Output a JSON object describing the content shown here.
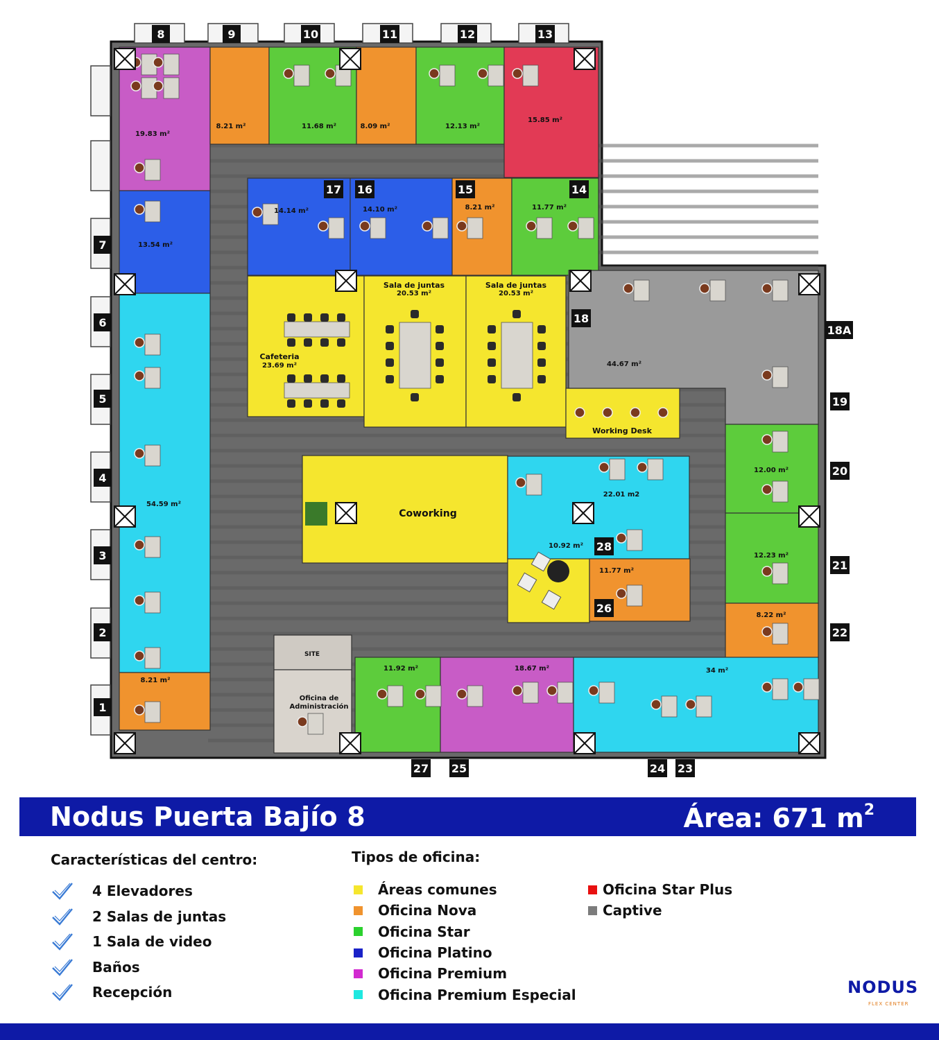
{
  "colors": {
    "comunes": "#f5e62e",
    "nova": "#f0932e",
    "star": "#5dcc3c",
    "platino": "#2c5ee8",
    "premium": "#c85cc6",
    "premium_especial": "#2fd6ef",
    "star_plus": "#e23a55",
    "captive": "#9a9a9a",
    "brand_blue": "#0e1aa6"
  },
  "title": "Nodus Puerta Bajío 8",
  "area": {
    "label": "Área: 671 m",
    "sup": "2"
  },
  "features": {
    "heading": "Características del centro:",
    "items": [
      "4 Elevadores",
      "2 Salas de juntas",
      "1 Sala de video",
      "Baños",
      "Recepción"
    ]
  },
  "office_types": {
    "heading": "Tipos de oficina:",
    "left": [
      {
        "label": "Áreas comunes",
        "color": "#f5e62e"
      },
      {
        "label": "Oficina Nova",
        "color": "#f0932e"
      },
      {
        "label": "Oficina Star",
        "color": "#2bd12e"
      },
      {
        "label": "Oficina Platino",
        "color": "#1a22c8"
      },
      {
        "label": "Oficina Premium",
        "color": "#d22ad0"
      },
      {
        "label": "Oficina Premium Especial",
        "color": "#1fe8e0"
      }
    ],
    "right": [
      {
        "label": "Oficina Star Plus",
        "color": "#e81010"
      },
      {
        "label": "Captive",
        "color": "#7c7c7c"
      }
    ]
  },
  "logo": {
    "word": "NODUS",
    "sub": "FLEX CENTER"
  },
  "rooms": [
    {
      "id": "8",
      "area": "19.83 m²",
      "type": "premium"
    },
    {
      "id": "9",
      "area": "8.21 m²",
      "type": "nova"
    },
    {
      "id": "10",
      "area": "11.68 m²",
      "type": "star"
    },
    {
      "id": "11",
      "area": "8.09 m²",
      "type": "nova"
    },
    {
      "id": "12",
      "area": "12.13 m²",
      "type": "star"
    },
    {
      "id": "13",
      "area": "15.85 m²",
      "type": "star_plus"
    },
    {
      "id": "7",
      "area": "13.54 m²",
      "type": "platino"
    },
    {
      "id": "17",
      "area": "14.14 m²",
      "type": "platino"
    },
    {
      "id": "16",
      "area": "14.10 m²",
      "type": "platino"
    },
    {
      "id": "15",
      "area": "8.21 m²",
      "type": "nova"
    },
    {
      "id": "14",
      "area": "11.77 m²",
      "type": "star"
    },
    {
      "id": "6",
      "area": "54.59 m²",
      "type": "premium_especial"
    },
    {
      "id": "1",
      "area": "8.21 m²",
      "type": "nova"
    },
    {
      "id": "18",
      "area": "44.67 m²",
      "type": "captive"
    },
    {
      "id": "20",
      "area": "12.00 m²",
      "type": "star"
    },
    {
      "id": "21",
      "area": "12.23 m²",
      "type": "star"
    },
    {
      "id": "22",
      "area": "8.22 m²",
      "type": "nova"
    },
    {
      "id": "28",
      "area": "22.01 m2",
      "type": "premium_especial"
    },
    {
      "id": "26",
      "area": "11.77 m²",
      "type": "nova"
    },
    {
      "id": "27",
      "area": "11.92 m²",
      "type": "star"
    },
    {
      "id": "25",
      "area": "18.67 m²",
      "type": "premium"
    },
    {
      "id": "23",
      "area": "34 m²",
      "type": "premium_especial"
    }
  ],
  "labels": {
    "cafeteria": [
      "Cafeteria",
      "23.69 m²"
    ],
    "sala1": [
      "Sala de juntas",
      "20.53 m²"
    ],
    "sala2": [
      "Sala de juntas",
      "20.53 m²"
    ],
    "working_desk": "Working Desk",
    "coworking": "Coworking",
    "video_area": "10.92 m²",
    "site": "SITE",
    "admin": [
      "Oficina de",
      "Administración"
    ]
  },
  "markers": [
    "8",
    "9",
    "10",
    "11",
    "12",
    "13",
    "7",
    "6",
    "5",
    "4",
    "3",
    "2",
    "1",
    "17",
    "16",
    "15",
    "14",
    "18",
    "18A",
    "19",
    "20",
    "21",
    "22",
    "28",
    "26",
    "27",
    "25",
    "24",
    "23"
  ]
}
